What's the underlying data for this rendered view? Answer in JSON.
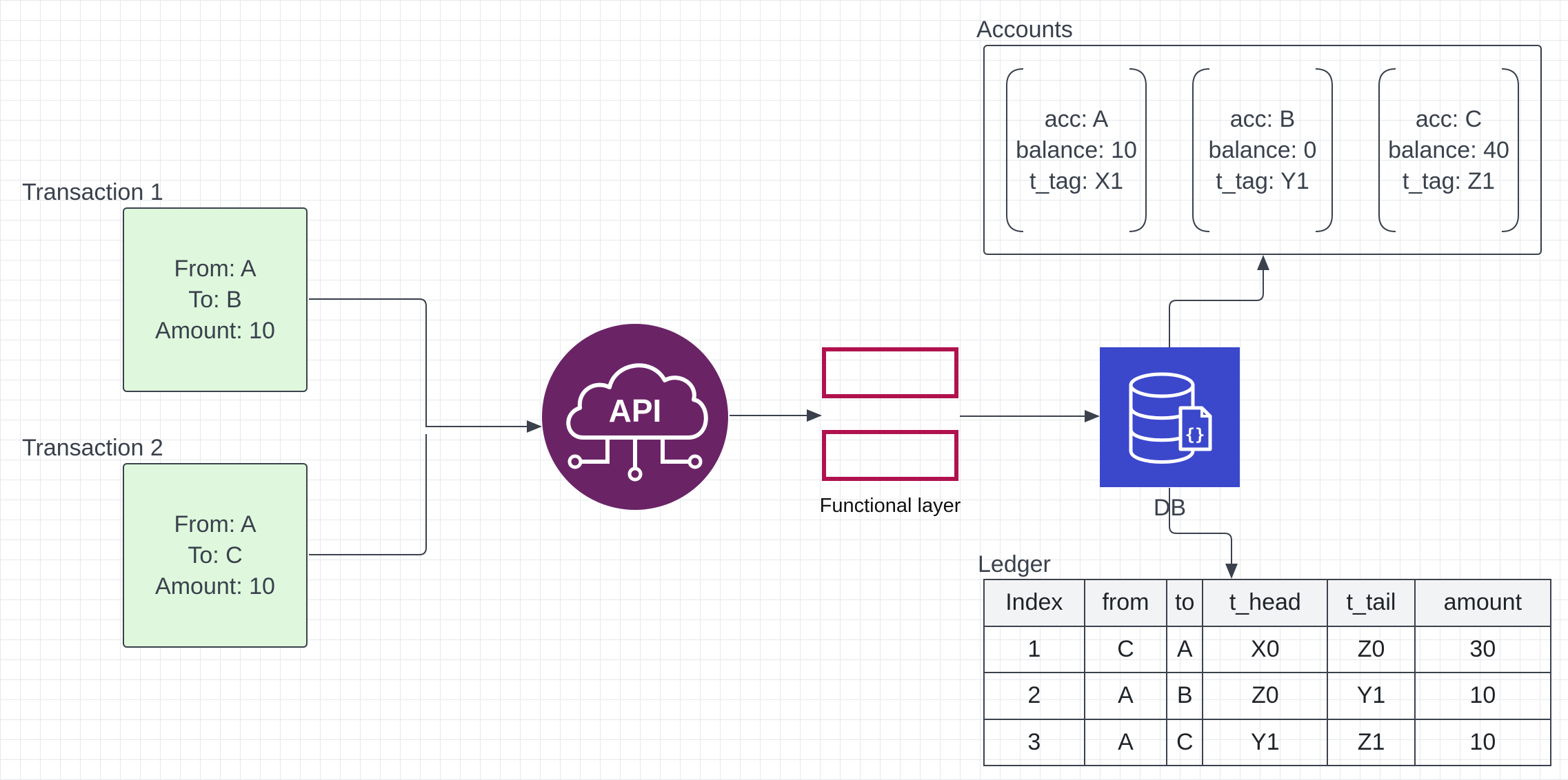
{
  "transactions": [
    {
      "label": "Transaction 1",
      "lines": [
        "From: A",
        "To: B",
        "Amount: 10"
      ]
    },
    {
      "label": "Transaction 2",
      "lines": [
        "From: A",
        "To: C",
        "Amount: 10"
      ]
    }
  ],
  "api": {
    "text": "API"
  },
  "functional_layer": {
    "label": "Functional layer"
  },
  "db": {
    "label": "DB"
  },
  "accounts": {
    "label": "Accounts",
    "cards": [
      {
        "lines": [
          "acc: A",
          "balance: 10",
          "t_tag: X1"
        ]
      },
      {
        "lines": [
          "acc: B",
          "balance: 0",
          "t_tag: Y1"
        ]
      },
      {
        "lines": [
          "acc: C",
          "balance: 40",
          "t_tag: Z1"
        ]
      }
    ]
  },
  "ledger": {
    "label": "Ledger",
    "headers": [
      "Index",
      "from",
      "to",
      "t_head",
      "t_tail",
      "amount"
    ],
    "rows": [
      [
        "1",
        "C",
        "A",
        "X0",
        "Z0",
        "30"
      ],
      [
        "2",
        "A",
        "B",
        "Z0",
        "Y1",
        "10"
      ],
      [
        "3",
        "A",
        "C",
        "Y1",
        "Z1",
        "10"
      ]
    ]
  },
  "colors": {
    "transaction_fill": "#dff8dd",
    "api_fill": "#6a2466",
    "functional_layer_stroke": "#b0124e",
    "db_fill": "#3b48cc",
    "line": "#3a414c"
  },
  "icons": [
    "cloud-api-icon",
    "database-json-icon"
  ]
}
